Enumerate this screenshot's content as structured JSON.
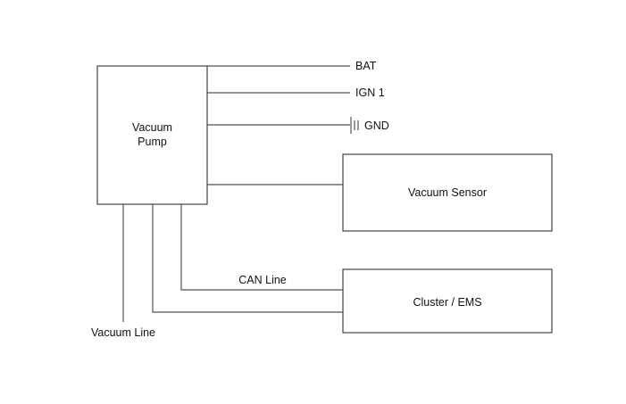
{
  "diagram": {
    "components": {
      "pump": {
        "line1": "Vacuum",
        "line2": "Pump"
      },
      "sensor": {
        "label": "Vacuum Sensor"
      },
      "cluster": {
        "label": "Cluster / EMS"
      }
    },
    "terminals": {
      "bat": "BAT",
      "ign": "IGN 1",
      "gnd": "GND"
    },
    "wires": {
      "can": "CAN Line",
      "vacuum": "Vacuum Line"
    },
    "connections": [
      {
        "from": "Vacuum Pump",
        "to": "BAT"
      },
      {
        "from": "Vacuum Pump",
        "to": "IGN 1"
      },
      {
        "from": "Vacuum Pump",
        "to": "GND"
      },
      {
        "from": "Vacuum Pump",
        "to": "Vacuum Sensor"
      },
      {
        "from": "Vacuum Pump",
        "to": "Cluster / EMS",
        "label": "CAN Line"
      },
      {
        "from": "Vacuum Pump",
        "to": "Cluster / EMS"
      },
      {
        "from": "Vacuum Pump",
        "to": "Vacuum Line"
      }
    ]
  }
}
